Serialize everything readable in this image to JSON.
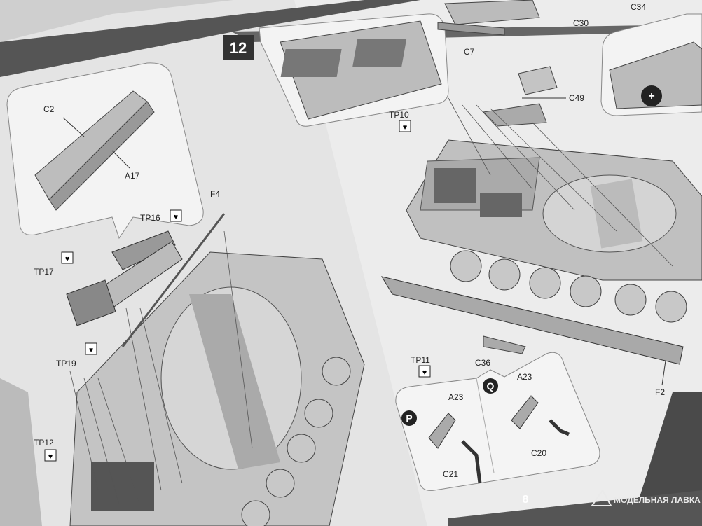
{
  "step_number": "12",
  "page_number": "8",
  "watermark": "МОДЕЛЬНАЯ ЛАВКА",
  "top_labels": {
    "c34": "C34",
    "c30": "C30",
    "c7": "C7",
    "c49": "C49"
  },
  "left_page": {
    "inset_labels": {
      "c2": "C2",
      "a17": "A17"
    },
    "parts": {
      "f4": "F4",
      "tp16": "TP16",
      "tp17": "TP17",
      "tp19": "TP19",
      "tp12": "TP12"
    }
  },
  "right_page": {
    "parts": {
      "tp10": "TP10",
      "tp11": "TP11",
      "c36": "C36",
      "f2": "F2"
    },
    "option_p": {
      "letter": "P",
      "a23": "A23",
      "c21": "C21"
    },
    "option_q": {
      "letter": "Q",
      "a23": "A23",
      "c20": "C20"
    }
  },
  "colors": {
    "paper": "#ebebeb",
    "ink": "#333333",
    "part_fill": "#b5b5b5",
    "step_box": "#333333",
    "border_band": "#4a4a4a"
  }
}
